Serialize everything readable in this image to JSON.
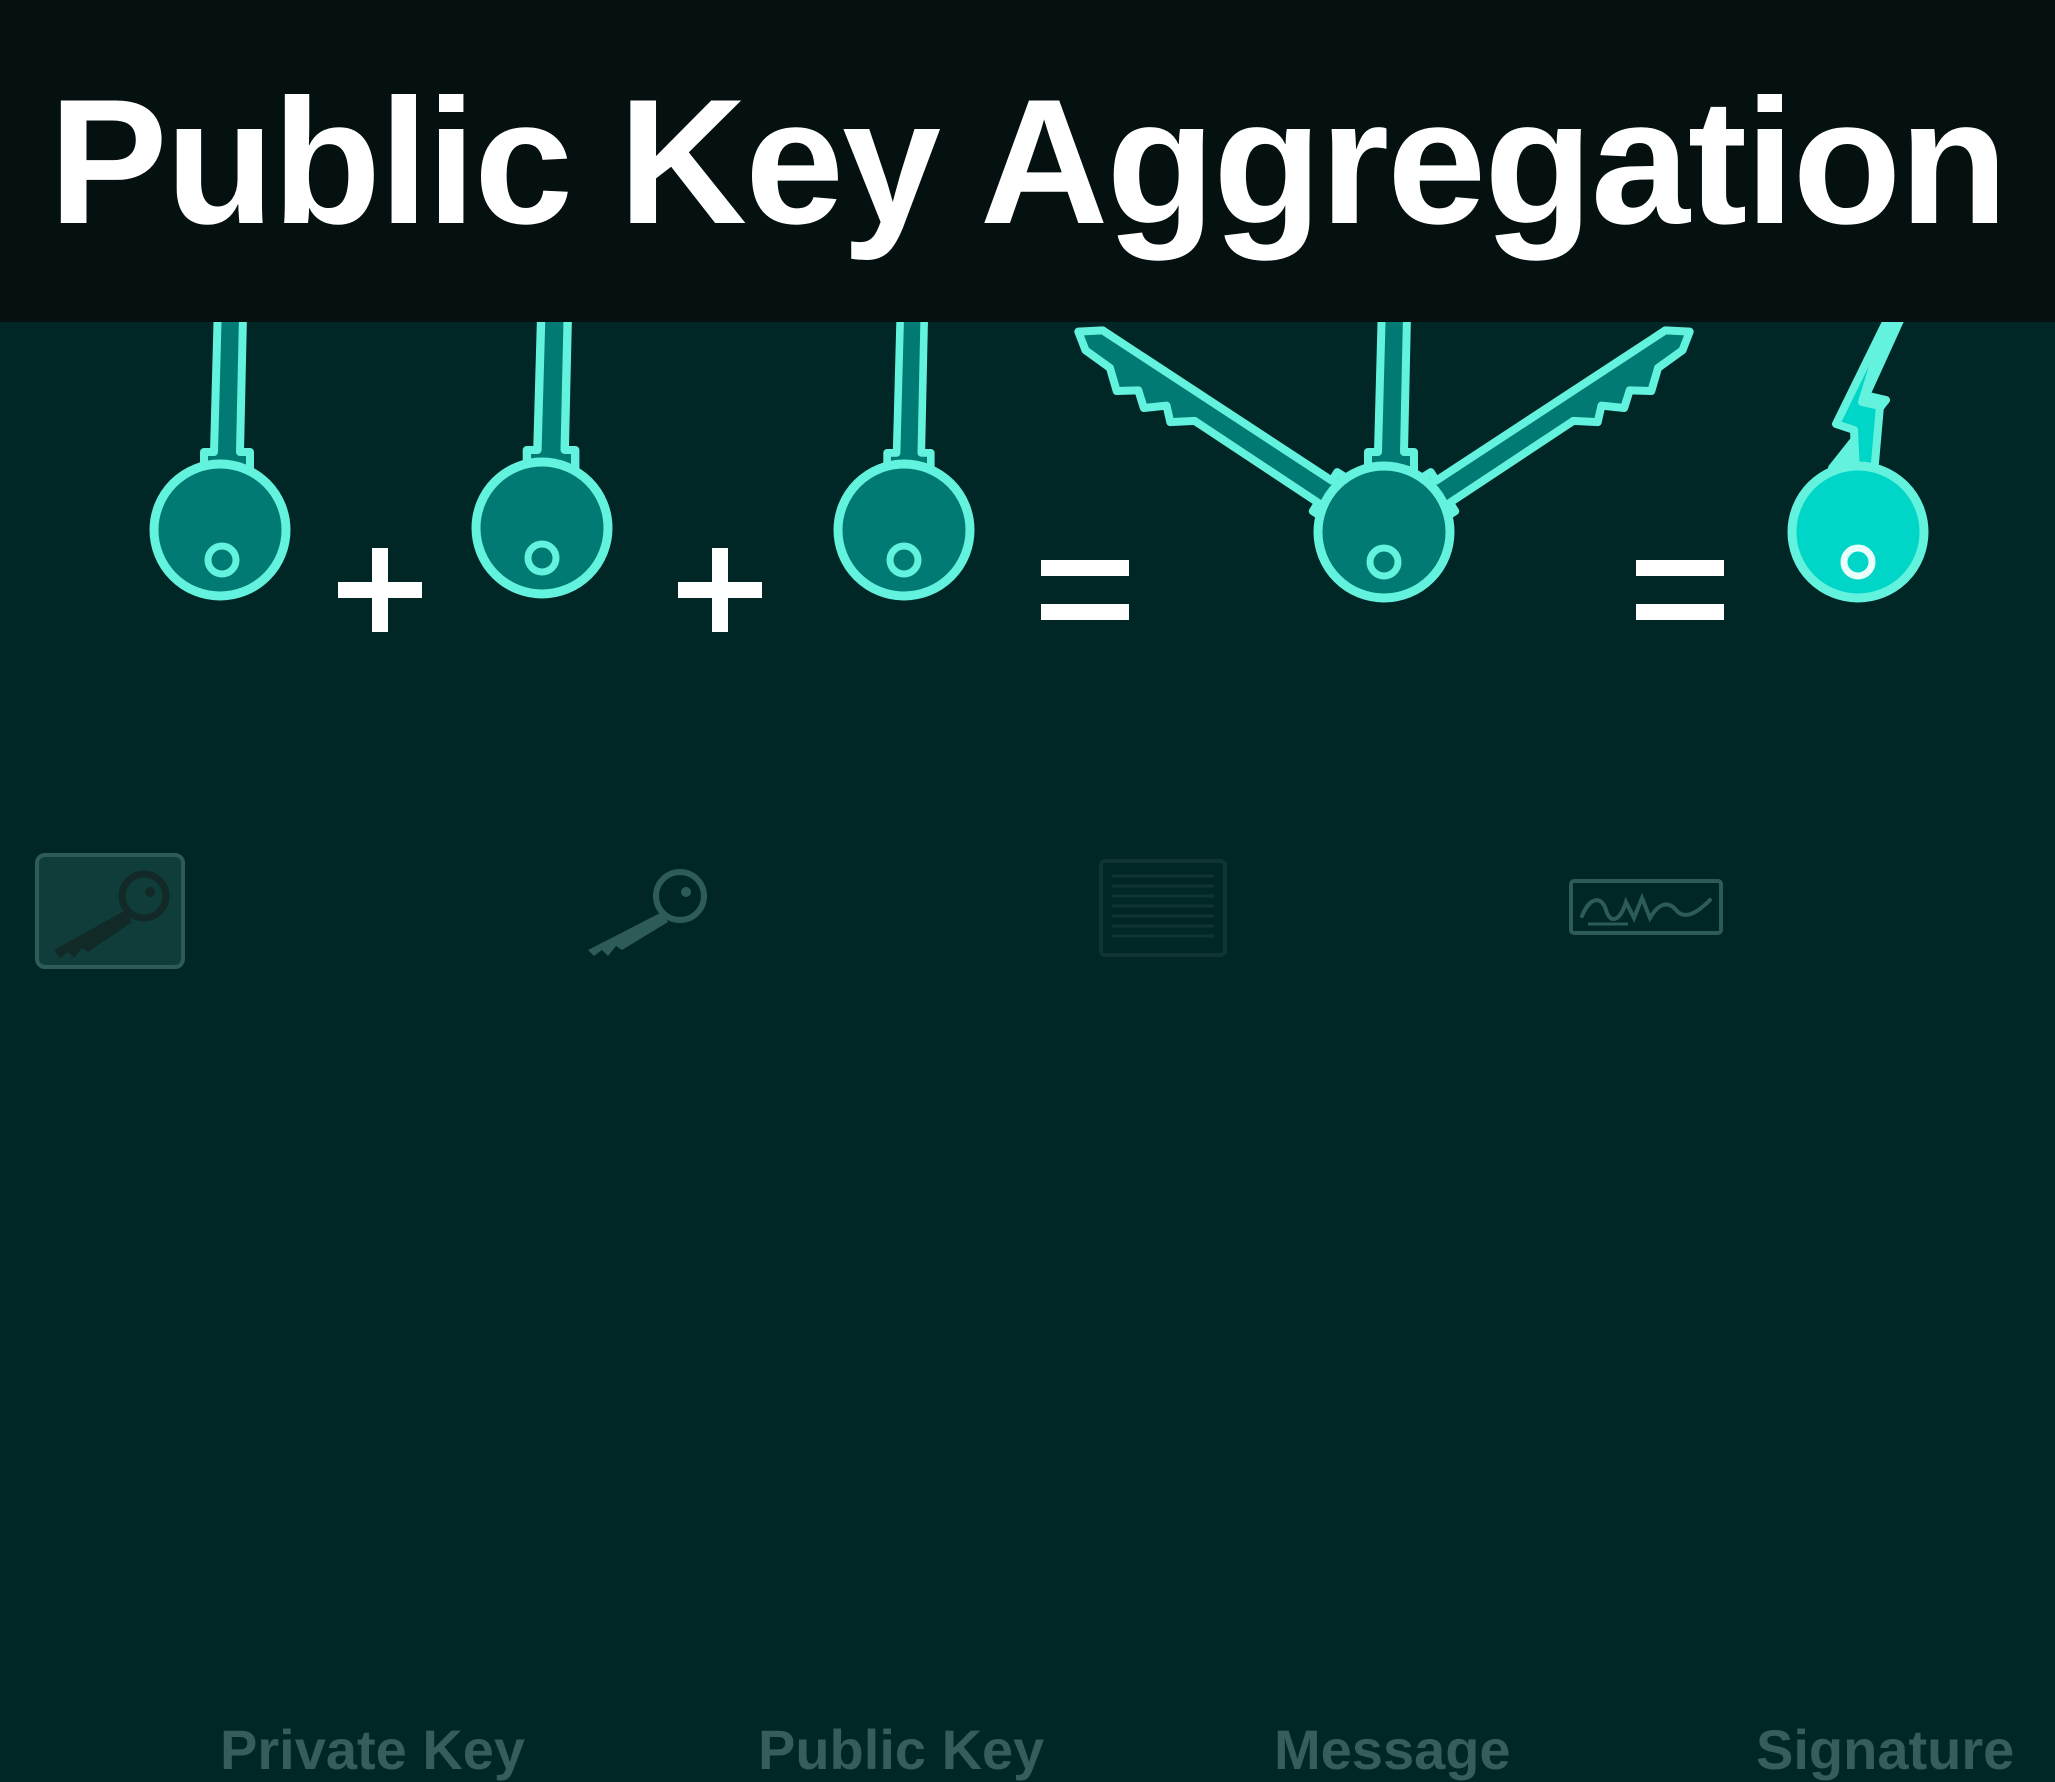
{
  "title": "Public Key Aggregation",
  "operators": {
    "plus": "+",
    "equals": "="
  },
  "legend": {
    "items": [
      {
        "label": "Private Key",
        "icon": "private-key-icon"
      },
      {
        "label": "Public Key",
        "icon": "public-key-icon"
      },
      {
        "label": "Message",
        "icon": "message-icon"
      },
      {
        "label": "Signature",
        "icon": "signature-icon"
      }
    ]
  },
  "colors": {
    "header_bg": "#051110",
    "body_bg": "#002625",
    "key_fill": "#007a72",
    "key_outline": "#63f2dd",
    "aggregate_fill": "#00d6c8",
    "legend_fg": "#355e5b",
    "legend_dim": "#123936"
  }
}
